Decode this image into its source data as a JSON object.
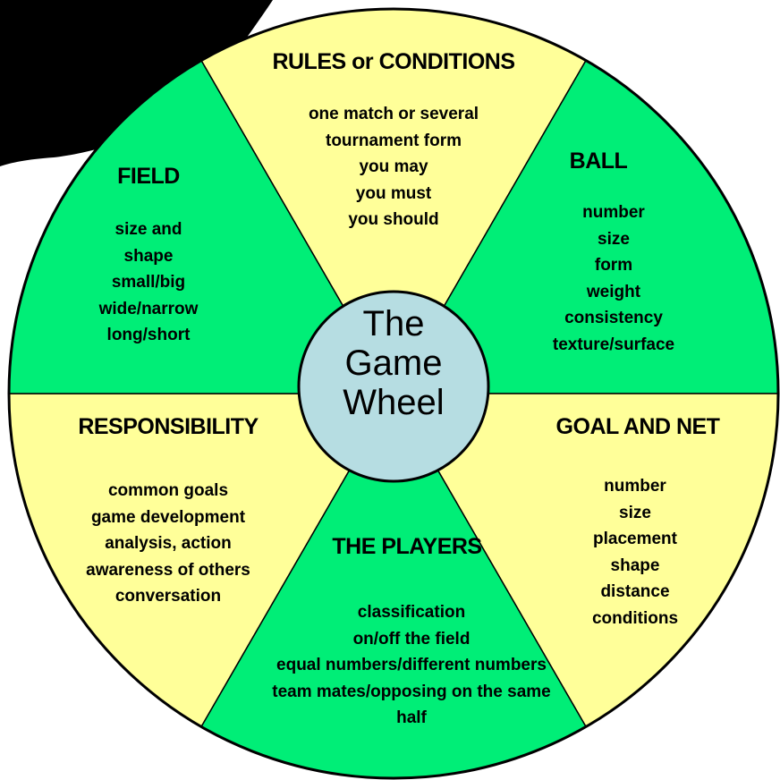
{
  "colors": {
    "green_sector": "#00ee77",
    "yellow_sector": "#ffff99",
    "hub": "#b6dde2",
    "outline": "#000000"
  },
  "hub": {
    "lines": [
      "The",
      "Game",
      "Wheel"
    ]
  },
  "sectors": [
    {
      "id": "rules",
      "title": "RULES or CONDITIONS",
      "items": [
        "one match or several",
        "tournament form",
        "you may",
        "you must",
        "you should"
      ]
    },
    {
      "id": "ball",
      "title": "BALL",
      "items": [
        "number",
        "size",
        "form",
        "weight",
        "consistency",
        "texture/surface"
      ]
    },
    {
      "id": "goal",
      "title": "GOAL AND NET",
      "items": [
        "number",
        "size",
        "placement",
        "shape",
        "distance",
        "conditions"
      ]
    },
    {
      "id": "players",
      "title": "THE PLAYERS",
      "items": [
        "classification",
        "on/off the field",
        "equal numbers/different numbers",
        "team mates/opposing on the same",
        "half"
      ]
    },
    {
      "id": "responsibility",
      "title": "RESPONSIBILITY",
      "items": [
        "common goals",
        "game development",
        "analysis, action",
        "awareness of others",
        "conversation"
      ]
    },
    {
      "id": "field",
      "title": "FIELD",
      "items": [
        "size and",
        "shape",
        "small/big",
        "wide/narrow",
        "long/short"
      ]
    }
  ]
}
